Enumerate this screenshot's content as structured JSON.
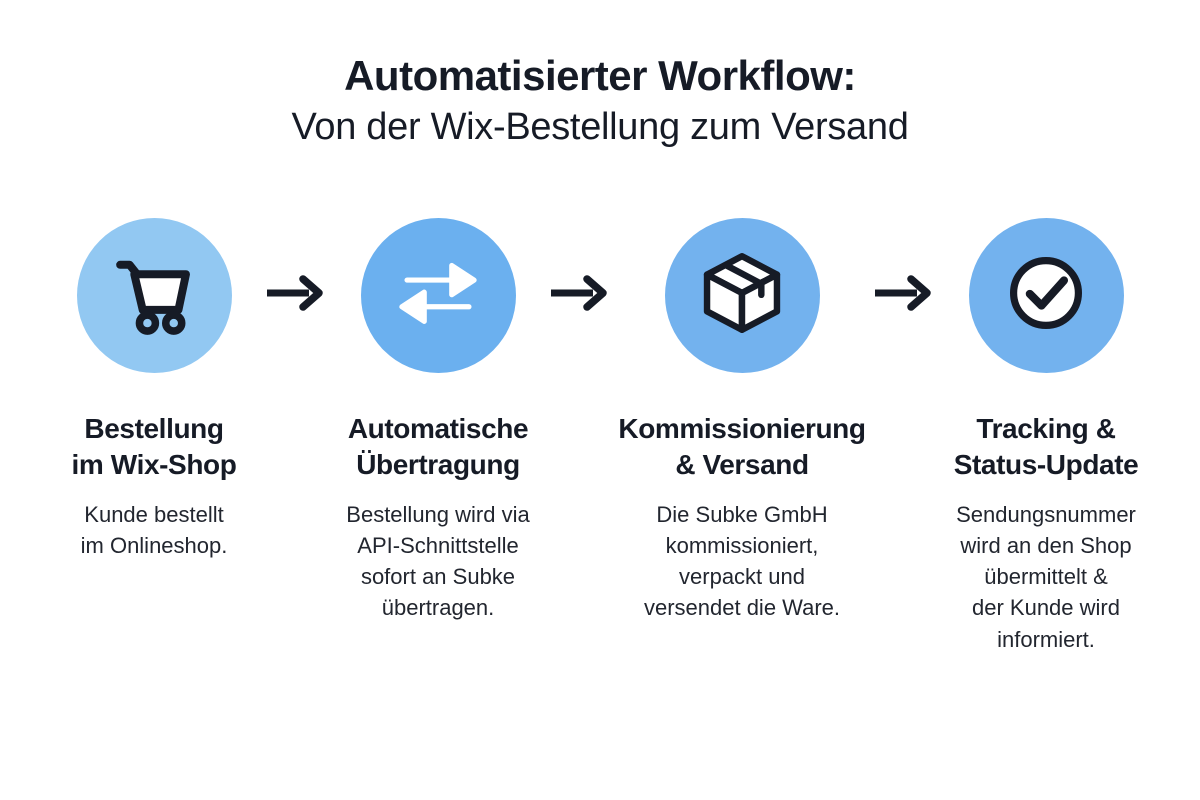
{
  "page": {
    "background_color": "#ffffff",
    "text_color": "#161b26"
  },
  "header": {
    "title_main": "Automatisierter Workflow:",
    "title_sub": "Von der Wix-Bestellung zum Versand"
  },
  "steps": [
    {
      "icon": "shopping-cart-icon",
      "circle_color": "#92c8f2",
      "title": "Bestellung\nim Wix-Shop",
      "description": "Kunde bestellt\nim Onlineshop."
    },
    {
      "icon": "transfer-arrows-icon",
      "circle_color": "#6bb0ef",
      "title": "Automatische\nÜbertragung",
      "description": "Bestellung wird via\nAPI-Schnittstelle\nsofort an Subke\nübertragen."
    },
    {
      "icon": "package-box-icon",
      "circle_color": "#73b2ee",
      "title": "Kommissionierung\n& Versand",
      "description": "Die Subke GmbH\nkommissioniert,\nverpackt und\nversendet die Ware."
    },
    {
      "icon": "check-circle-icon",
      "circle_color": "#73b2ee",
      "title": "Tracking &\nStatus-Update",
      "description": "Sendungsnummer\nwird an den Shop\nübermittelt &\nder Kunde wird\ninformiert."
    }
  ],
  "connectors": [
    {
      "icon": "arrow-right-icon",
      "color": "#161b26"
    },
    {
      "icon": "arrow-right-icon",
      "color": "#161b26"
    },
    {
      "icon": "arrow-right-icon",
      "color": "#161b26"
    }
  ]
}
